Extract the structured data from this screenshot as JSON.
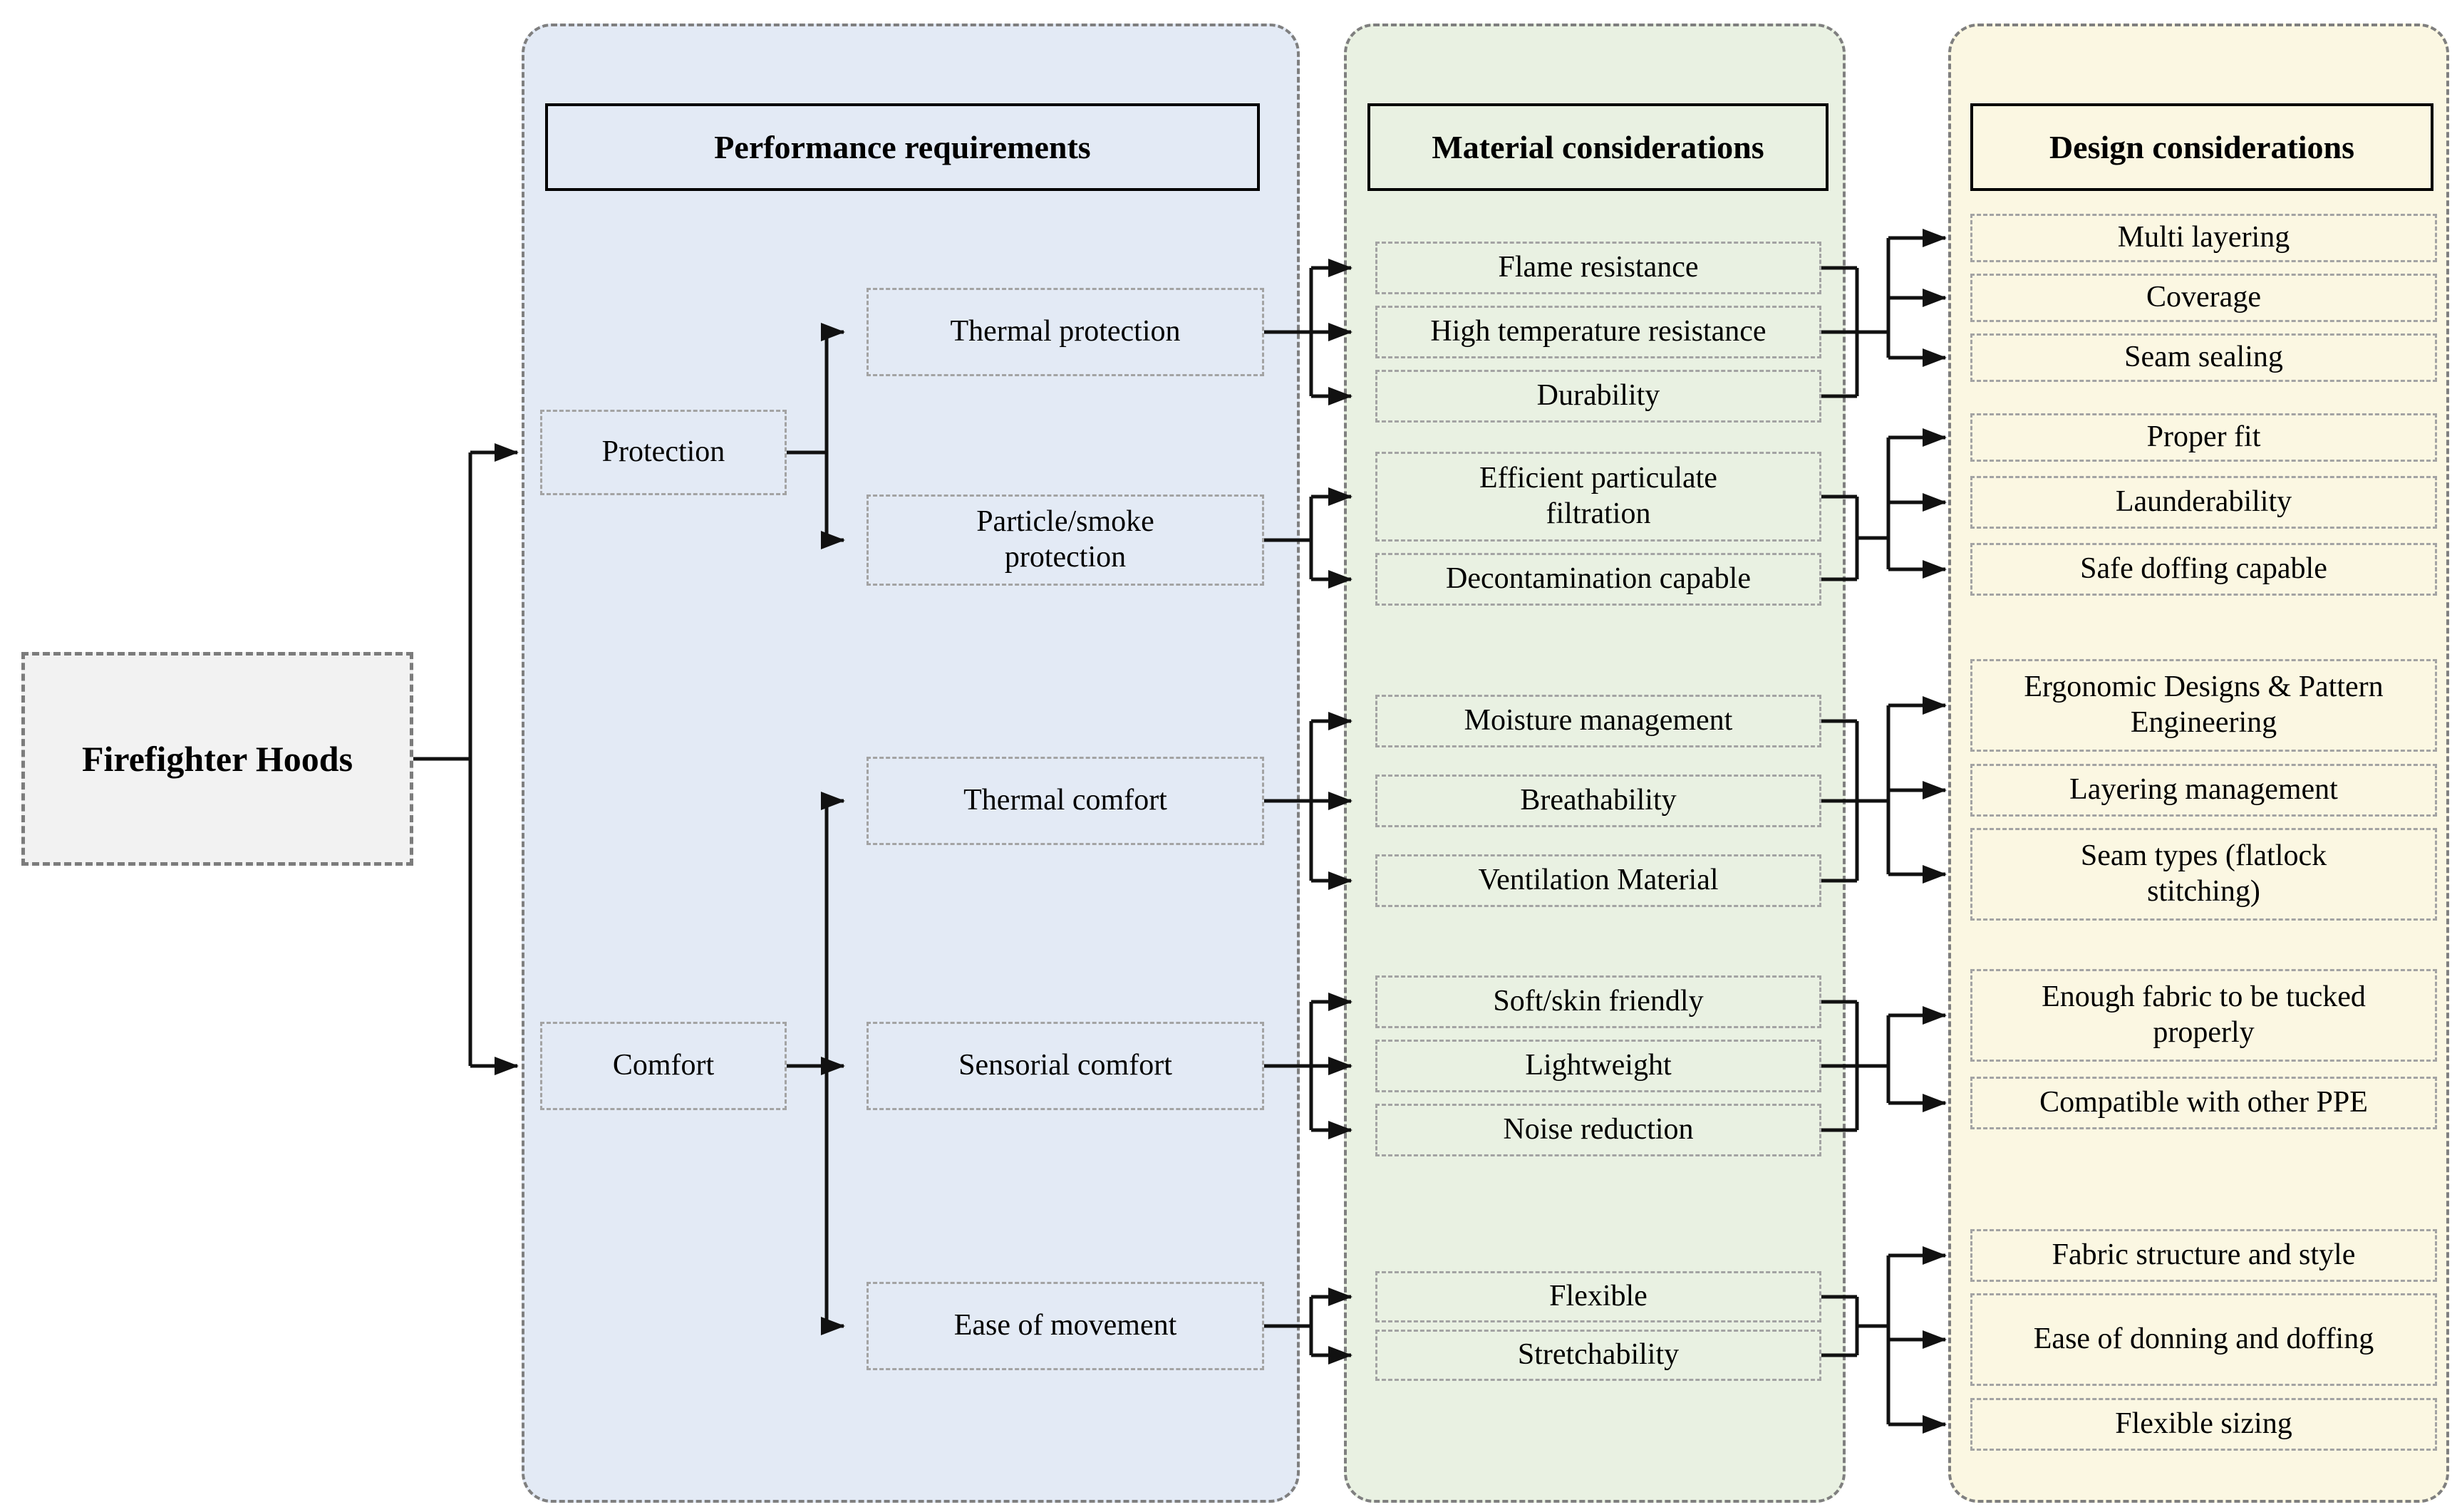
{
  "root": {
    "label": "Firefighter Hoods"
  },
  "performance": {
    "header": "Performance requirements",
    "protection": "Protection",
    "comfort": "Comfort",
    "thermal_protection": "Thermal protection",
    "particle_smoke_protection": "Particle/smoke protection",
    "thermal_comfort": "Thermal comfort",
    "sensorial_comfort": "Sensorial comfort",
    "ease_of_movement": "Ease of movement"
  },
  "material": {
    "header": "Material considerations",
    "flame_resistance": "Flame resistance",
    "high_temperature_resistance": "High temperature resistance",
    "durability": "Durability",
    "efficient_particulate_filtration": "Efficient particulate filtration",
    "decontamination_capable": "Decontamination capable",
    "moisture_management": "Moisture management",
    "breathability": "Breathability",
    "ventilation_material": "Ventilation Material",
    "soft_skin_friendly": "Soft/skin friendly",
    "lightweight": "Lightweight",
    "noise_reduction": "Noise reduction",
    "flexible": "Flexible",
    "stretchability": "Stretchability"
  },
  "design": {
    "header": "Design considerations",
    "multi_layering": "Multi layering",
    "coverage": "Coverage",
    "seam_sealing": "Seam sealing",
    "proper_fit": "Proper fit",
    "launderability": "Launderability",
    "safe_doffing_capable": "Safe doffing capable",
    "ergonomic_designs": "Ergonomic Designs & Pattern Engineering",
    "layering_management": "Layering management",
    "seam_types": "Seam types (flatlock stitching)",
    "enough_fabric": "Enough fabric to be tucked properly",
    "compatible_ppe": "Compatible with other PPE",
    "fabric_structure_style": "Fabric structure and style",
    "ease_donning_doffing": "Ease of donning and doffing",
    "flexible_sizing": "Flexible sizing"
  },
  "colors": {
    "performance_panel": "#e3eaf5",
    "material_panel": "#e9f1e2",
    "design_panel": "#fbf7e2",
    "root_box_fill": "#f2f2f2",
    "line": "#111111",
    "panel_border": "#7f7f7f",
    "item_border": "#a3a3a3"
  }
}
